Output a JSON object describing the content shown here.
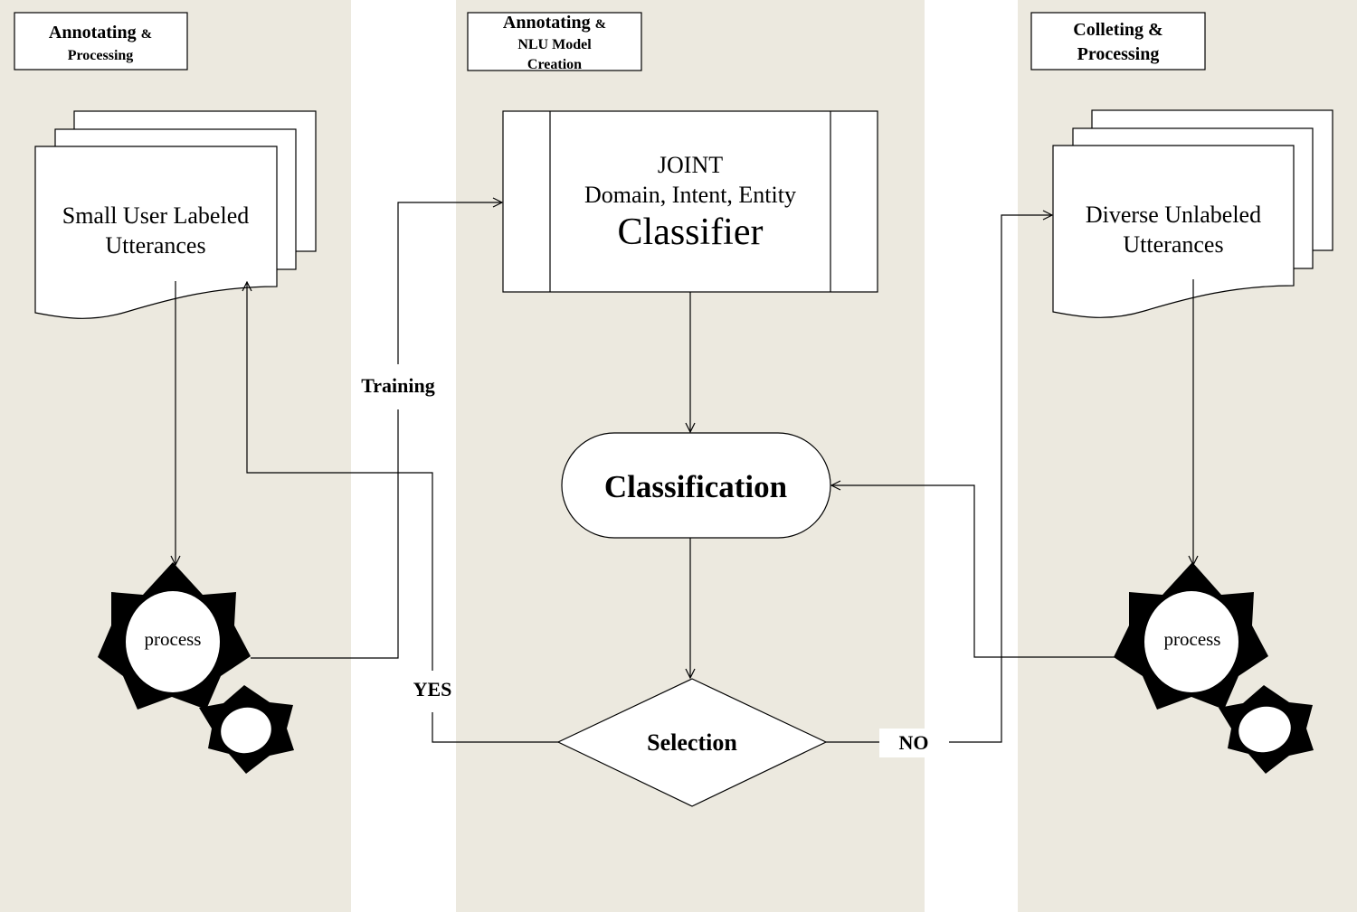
{
  "colors": {
    "lane_bg": "#ece9df",
    "gap_bg": "#ffffff",
    "stroke": "#000000"
  },
  "lanes": {
    "left": {
      "title_line1": "Annotating",
      "title_amp": "&",
      "title_line2": "Processing"
    },
    "center": {
      "title_line1": "Annotating",
      "title_amp": "&",
      "title_line2": "NLU Model",
      "title_line3": "Creation"
    },
    "right": {
      "title_line1": "Colleting &",
      "title_line2": "Processing"
    }
  },
  "nodes": {
    "labeled_docs": {
      "line1": "Small User Labeled",
      "line2": "Utterances"
    },
    "unlabeled_docs": {
      "line1": "Diverse Unlabeled",
      "line2": "Utterances"
    },
    "classifier": {
      "line1": "JOINT",
      "line2": "Domain, Intent, Entity",
      "line3": "Classifier"
    },
    "classification": {
      "label": "Classification"
    },
    "selection": {
      "label": "Selection"
    },
    "process_left": {
      "label": "process",
      "icon": "gear-icon"
    },
    "process_right": {
      "label": "process",
      "icon": "gear-icon"
    }
  },
  "edges": {
    "training": "Training",
    "yes": "YES",
    "no": "NO"
  }
}
